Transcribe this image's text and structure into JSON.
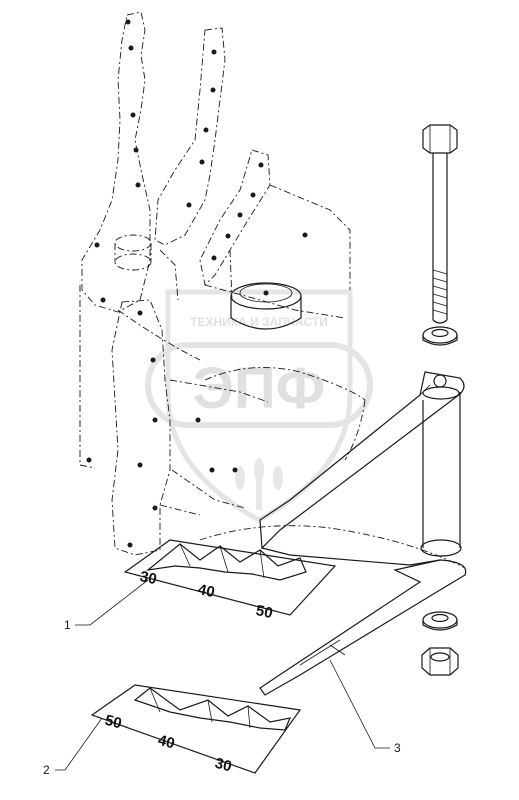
{
  "callouts": [
    {
      "number": "1",
      "part": "label-comb-30-40-50"
    },
    {
      "number": "2",
      "part": "label-comb-50-40-30"
    },
    {
      "number": "3",
      "part": "blade"
    }
  ],
  "label_upper": {
    "marks": [
      "30",
      "40",
      "50"
    ]
  },
  "label_lower": {
    "marks": [
      "50",
      "40",
      "30"
    ]
  },
  "watermark": {
    "line1": "ТЕХНИКА И ЗАПЧАСТИ",
    "line2": "ЭПФ"
  },
  "colors": {
    "ink": "#1a1a1a",
    "watermark": "#c8c8c8",
    "background": "#ffffff"
  }
}
